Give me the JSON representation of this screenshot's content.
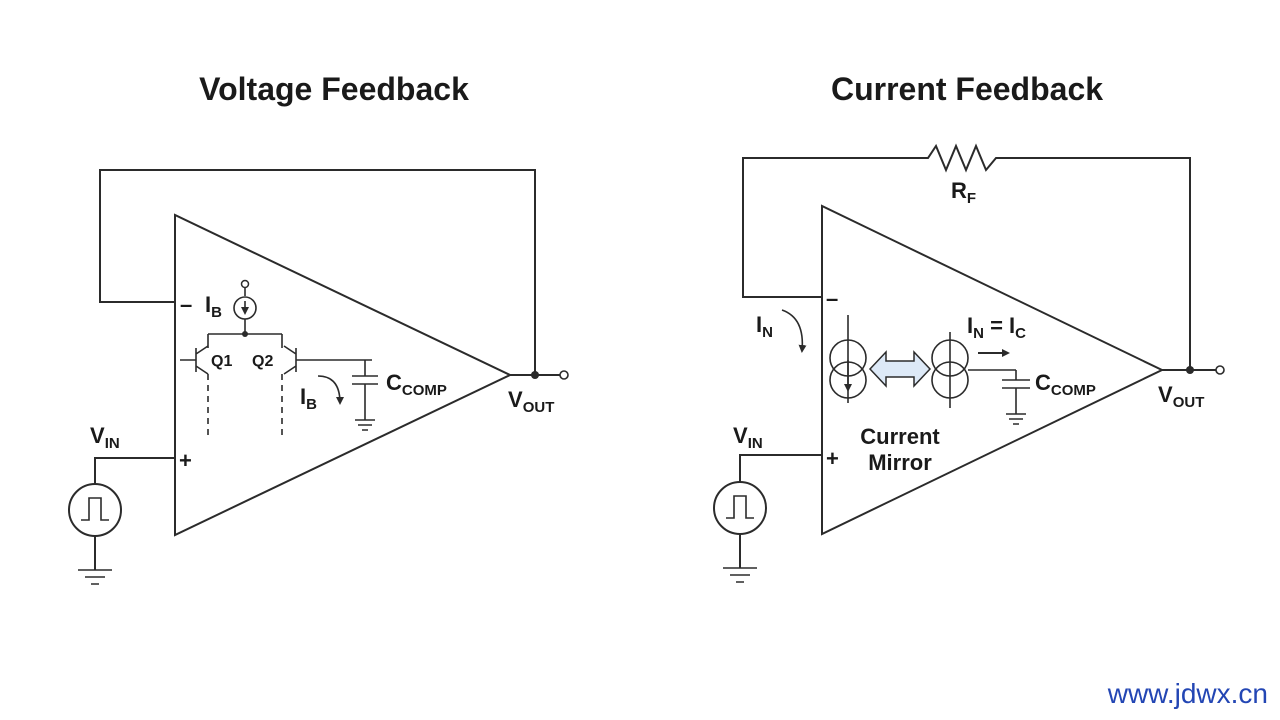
{
  "left": {
    "title": "Voltage Feedback",
    "minus": "–",
    "plus": "+",
    "ib_top": "I",
    "ib_top_sub": "B",
    "q1": "Q1",
    "q2": "Q2",
    "ib_right": "I",
    "ib_right_sub": "B",
    "ccomp": "C",
    "ccomp_sub": "COMP",
    "vout": "V",
    "vout_sub": "OUT",
    "vin": "V",
    "vin_sub": "IN"
  },
  "right": {
    "title": "Current Feedback",
    "rf": "R",
    "rf_sub": "F",
    "minus": "–",
    "plus": "+",
    "in_left": "I",
    "in_left_sub": "N",
    "in_eq_a": "I",
    "in_eq_a_sub": "N",
    "in_eq_mid": " = I",
    "in_eq_b_sub": "C",
    "ccomp": "C",
    "ccomp_sub": "COMP",
    "vout": "V",
    "vout_sub": "OUT",
    "vin": "V",
    "vin_sub": "IN",
    "mirror_line1": "Current",
    "mirror_line2": "Mirror"
  },
  "watermark": "www.jdwx.cn",
  "colors": {
    "wire": "#2b2b2b",
    "mirror_arrow": "#dde9f7",
    "watermark": "#2346b4"
  }
}
